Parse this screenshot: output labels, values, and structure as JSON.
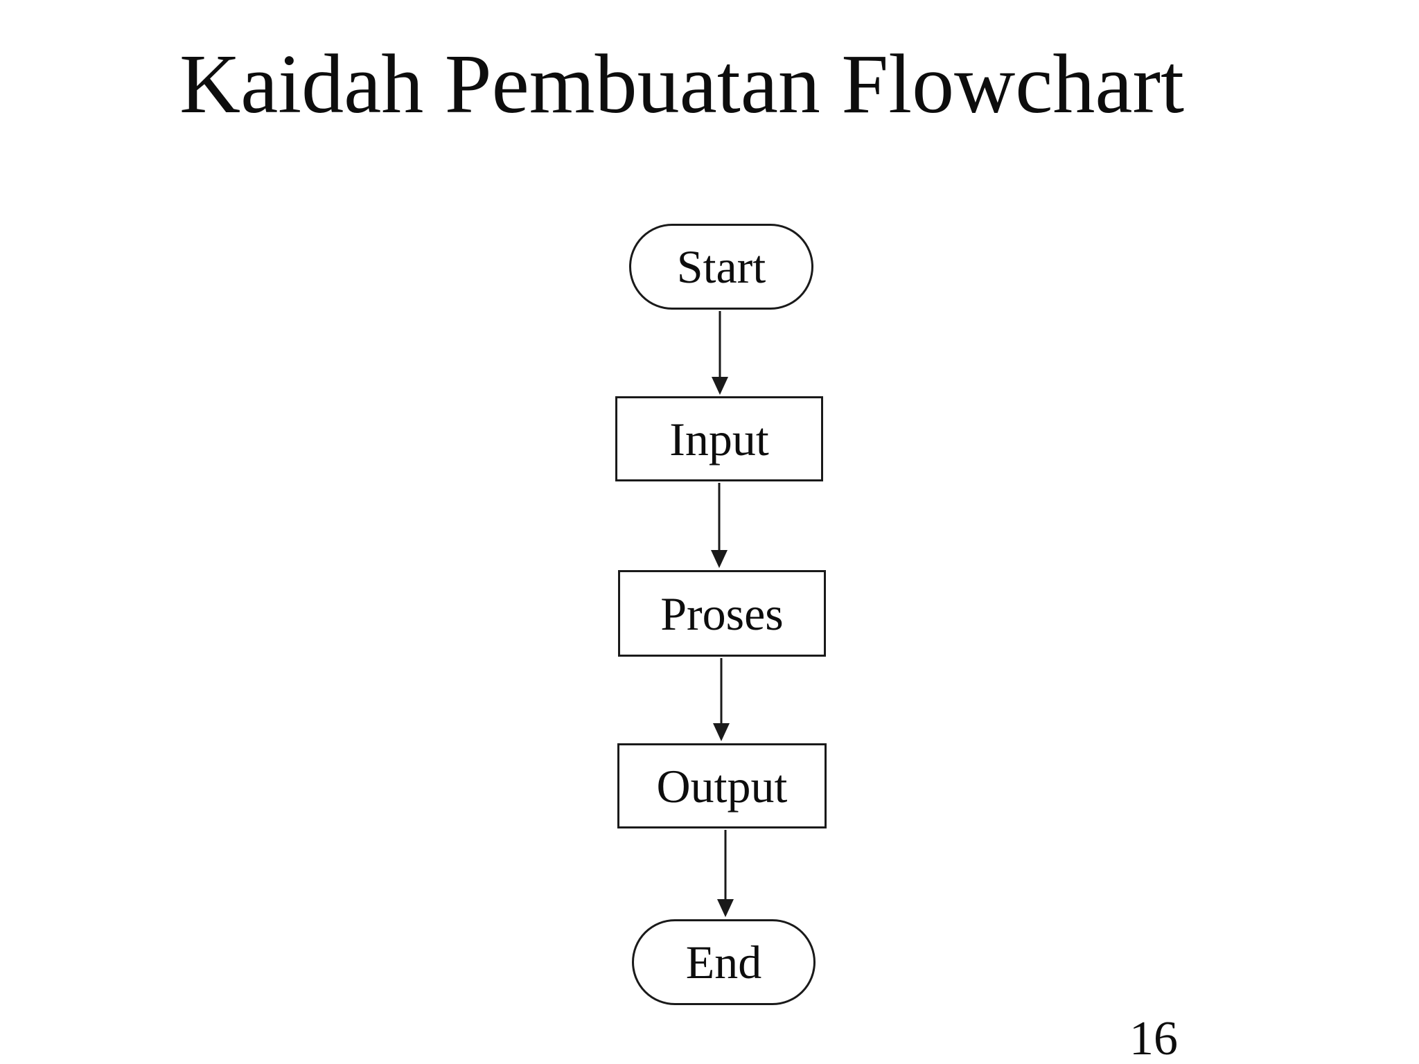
{
  "slide": {
    "title": "Kaidah Pembuatan Flowchart",
    "page_number": "16"
  },
  "flowchart": {
    "nodes": [
      {
        "id": "start",
        "label": "Start",
        "shape": "terminator"
      },
      {
        "id": "input",
        "label": "Input",
        "shape": "process"
      },
      {
        "id": "proses",
        "label": "Proses",
        "shape": "process"
      },
      {
        "id": "output",
        "label": "Output",
        "shape": "process"
      },
      {
        "id": "end",
        "label": "End",
        "shape": "terminator"
      }
    ],
    "connectors": [
      {
        "from": "start",
        "to": "input"
      },
      {
        "from": "input",
        "to": "proses"
      },
      {
        "from": "proses",
        "to": "output"
      },
      {
        "from": "output",
        "to": "end"
      }
    ]
  },
  "colors": {
    "background": "#ffffff",
    "ink": "#1a1a1a"
  }
}
